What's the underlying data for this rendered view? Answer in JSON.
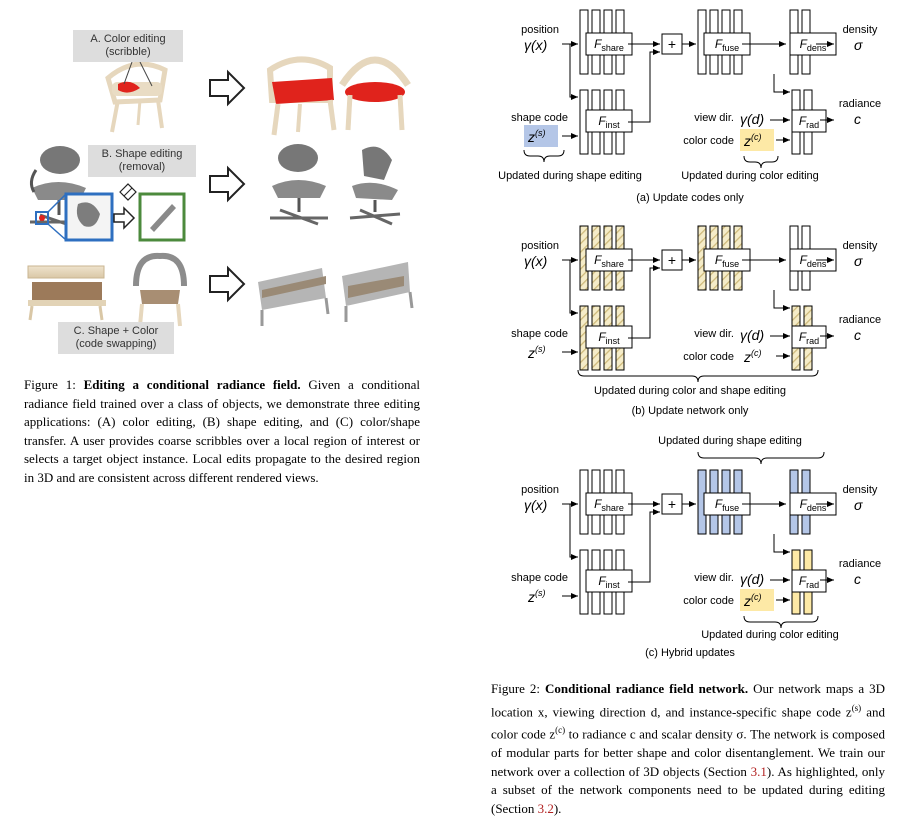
{
  "fig1": {
    "label_a_line1": "A. Color editing",
    "label_a_line2": "(scribble)",
    "label_b_line1": "B. Shape editing",
    "label_b_line2": "(removal)",
    "label_c_line1": "C. Shape + Color",
    "label_c_line2": "(code swapping)",
    "caption_prefix": "Figure 1: ",
    "caption_bold": "Editing a conditional radiance field.",
    "caption_text": " Given a conditional radiance field trained over a class of objects, we demonstrate three editing applications: (A) color editing, (B) shape editing, and (C) color/shape transfer. A user provides coarse scribbles over a local region of interest or selects a target object instance. Local edits propagate to the desired region in 3D and are consistent across different rendered views."
  },
  "fig2": {
    "position": "position",
    "gamma_x": "γ(x)",
    "shape_code": "shape code",
    "z_s": "z",
    "z_s_sup": "(s)",
    "color_code": "color code",
    "z_c": "z",
    "z_c_sup": "(c)",
    "view_dir": "view dir.",
    "gamma_d": "γ(d)",
    "density": "density",
    "sigma": "σ",
    "radiance": "radiance",
    "c": "c",
    "plus": "+",
    "F": "F",
    "share": "share",
    "inst": "inst",
    "fuse": "fuse",
    "dens": "dens",
    "rad": "rad",
    "a_left_note": "Updated during shape editing",
    "a_right_note": "Updated during color editing",
    "a_caption": "(a) Update codes only",
    "b_note": "Updated during color and shape editing",
    "b_caption": "(b) Update network only",
    "c_top_note": "Updated during shape editing",
    "c_bottom_note": "Updated during color editing",
    "c_caption": "(c) Hybrid updates",
    "caption_prefix": "Figure 2: ",
    "caption_bold": "Conditional radiance field network.",
    "caption_text_1": " Our network maps a 3D location x, viewing direction d, and instance-specific shape code z",
    "caption_text_2": " and color code z",
    "caption_text_3": " to radiance c and scalar density σ. The network is composed of modular parts for better shape and color disentanglement. We train our network over a collection of 3D objects (Section ",
    "ref_1": "3.1",
    "caption_text_4": "). As highlighted, only a subset of the network components need to be updated during editing (Section ",
    "ref_2": "3.2",
    "caption_text_5": ").",
    "sup_s": "(s)",
    "sup_c": "(c)"
  },
  "colors": {
    "blue_fill": "#b4c6e7",
    "yellow_fill": "#fde9a6",
    "hatch": "#d6c68a",
    "chair_red": "#e0231c",
    "wood": "#e6d7bd",
    "gray_chair": "#8a8a8a",
    "ref_red": "#b22222"
  }
}
